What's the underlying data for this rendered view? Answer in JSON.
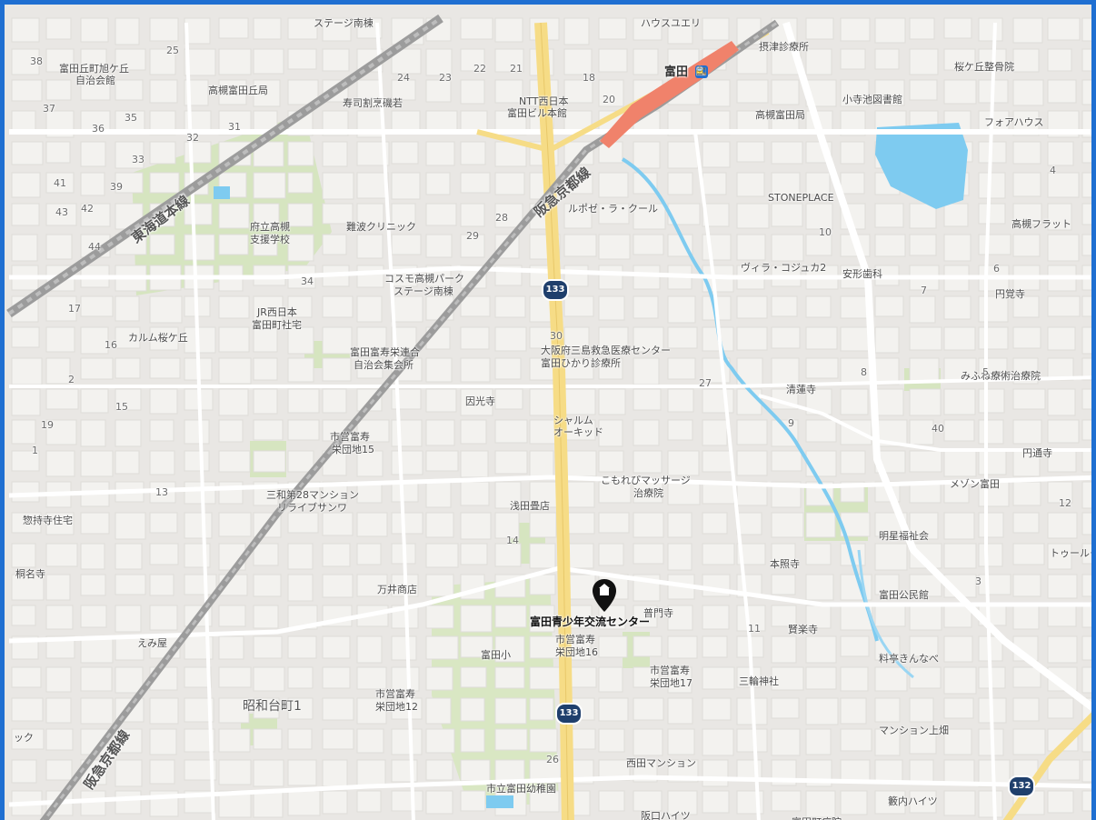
{
  "map": {
    "area_labels": [
      {
        "id": "showadai",
        "text": "昭和台町1"
      }
    ],
    "rail_labels": [
      {
        "id": "tokaido",
        "text": "東海道本線"
      },
      {
        "id": "hankyu-top",
        "text": "阪急京都線"
      },
      {
        "id": "hankyu-bottom",
        "text": "阪急京都線"
      }
    ],
    "route_shields": [
      {
        "id": "r133-a",
        "text": "133"
      },
      {
        "id": "r133-b",
        "text": "133"
      },
      {
        "id": "r132",
        "text": "132"
      }
    ],
    "station": {
      "name": "富田",
      "icon": "train-station-icon"
    },
    "selected_place": {
      "name": "富田青少年交流センター",
      "icon": "map-pin-icon"
    },
    "places": [
      {
        "id": "p1",
        "text": "富田丘町旭ケ丘"
      },
      {
        "id": "p1b",
        "text": "自治会館"
      },
      {
        "id": "p2",
        "text": "高槻富田丘局"
      },
      {
        "id": "p3",
        "text": "寿司割烹磯若"
      },
      {
        "id": "p4",
        "text": "NTT西日本"
      },
      {
        "id": "p4b",
        "text": "富田ビル本館"
      },
      {
        "id": "p5",
        "text": "摂津診療所"
      },
      {
        "id": "p6",
        "text": "桜ケ丘整骨院"
      },
      {
        "id": "p7",
        "text": "小寺池図書館"
      },
      {
        "id": "p8",
        "text": "高槻富田局"
      },
      {
        "id": "p9",
        "text": "フォアハウス"
      },
      {
        "id": "p10",
        "text": "府立高槻"
      },
      {
        "id": "p10b",
        "text": "支援学校"
      },
      {
        "id": "p11",
        "text": "難波クリニック"
      },
      {
        "id": "p12",
        "text": "ルポゼ・ラ・クール"
      },
      {
        "id": "p13",
        "text": "STONEPLACE"
      },
      {
        "id": "p14",
        "text": "高槻フラット"
      },
      {
        "id": "p15",
        "text": "コスモ高槻パーク"
      },
      {
        "id": "p15b",
        "text": "ステージ南棟"
      },
      {
        "id": "p16",
        "text": "ヴィラ・コジュカ2"
      },
      {
        "id": "p17",
        "text": "安形歯科"
      },
      {
        "id": "p18",
        "text": "円覚寺"
      },
      {
        "id": "p19",
        "text": "JR西日本"
      },
      {
        "id": "p19b",
        "text": "富田町社宅"
      },
      {
        "id": "p20",
        "text": "カルム桜ケ丘"
      },
      {
        "id": "p21",
        "text": "富田富寿栄連合"
      },
      {
        "id": "p21b",
        "text": "自治会集会所"
      },
      {
        "id": "p22",
        "text": "大阪府三島救急医療センター"
      },
      {
        "id": "p22b",
        "text": "富田ひかり診療所"
      },
      {
        "id": "p23",
        "text": "清蓮寺"
      },
      {
        "id": "p24",
        "text": "みふね療術治療院"
      },
      {
        "id": "p25",
        "text": "因光寺"
      },
      {
        "id": "p26",
        "text": "シャルム"
      },
      {
        "id": "p26b",
        "text": "オーキッド"
      },
      {
        "id": "p27",
        "text": "市営富寿"
      },
      {
        "id": "p27b",
        "text": "栄団地15"
      },
      {
        "id": "p28",
        "text": "円通寺"
      },
      {
        "id": "p29",
        "text": "こもれびマッサージ"
      },
      {
        "id": "p29b",
        "text": "治療院"
      },
      {
        "id": "p30",
        "text": "メゾン富田"
      },
      {
        "id": "p31",
        "text": "三和第28マンション"
      },
      {
        "id": "p31b",
        "text": "リライブサンワ"
      },
      {
        "id": "p32",
        "text": "浅田畳店"
      },
      {
        "id": "p33",
        "text": "惣持寺住宅"
      },
      {
        "id": "p34",
        "text": "明星福祉会"
      },
      {
        "id": "p35",
        "text": "トゥールモ"
      },
      {
        "id": "p36",
        "text": "本照寺"
      },
      {
        "id": "p37",
        "text": "桐名寺"
      },
      {
        "id": "p38",
        "text": "万井商店"
      },
      {
        "id": "p39",
        "text": "富田公民館"
      },
      {
        "id": "p40",
        "text": "普門寺"
      },
      {
        "id": "p41",
        "text": "賢楽寺"
      },
      {
        "id": "p42",
        "text": "えみ屋"
      },
      {
        "id": "p43",
        "text": "富田小"
      },
      {
        "id": "p44",
        "text": "市営富寿"
      },
      {
        "id": "p44b",
        "text": "栄団地16"
      },
      {
        "id": "p45",
        "text": "料亭きんなべ"
      },
      {
        "id": "p46",
        "text": "市営富寿"
      },
      {
        "id": "p46b",
        "text": "栄団地17"
      },
      {
        "id": "p47",
        "text": "三輪神社"
      },
      {
        "id": "p48",
        "text": "市営富寿"
      },
      {
        "id": "p48b",
        "text": "栄団地12"
      },
      {
        "id": "p49",
        "text": "マンション上畑"
      },
      {
        "id": "p50",
        "text": "西田マンション"
      },
      {
        "id": "p51",
        "text": "市立富田幼稚園"
      },
      {
        "id": "p52",
        "text": "阪口ハイツ"
      },
      {
        "id": "p53",
        "text": "籔内ハイツ"
      },
      {
        "id": "p54",
        "text": "ック"
      },
      {
        "id": "p55",
        "text": "ハウスユエリ"
      },
      {
        "id": "p56",
        "text": "ステージ南棟"
      },
      {
        "id": "p57",
        "text": "富田町病院"
      }
    ],
    "block_numbers": [
      "25",
      "24",
      "23",
      "22",
      "21",
      "20",
      "18",
      "17",
      "37",
      "36",
      "35",
      "33",
      "31",
      "32",
      "41",
      "39",
      "43",
      "42",
      "44",
      "34",
      "38",
      "29",
      "28",
      "30",
      "27",
      "26",
      "16",
      "15",
      "14",
      "13",
      "12",
      "11",
      "10",
      "9",
      "8",
      "7",
      "6",
      "5",
      "4",
      "3",
      "2",
      "1",
      "19",
      "40"
    ],
    "colors": {
      "land": "#e9e7e4",
      "block": "#f4f3f1",
      "road": "#ffffff",
      "arterial": "#f6dc86",
      "rail": "#9c9c9c",
      "park": "#d6e5c0",
      "water": "#7ecbf0",
      "platform": "#f0826b",
      "border": "#1f6fd1",
      "pin": "#111111"
    }
  }
}
